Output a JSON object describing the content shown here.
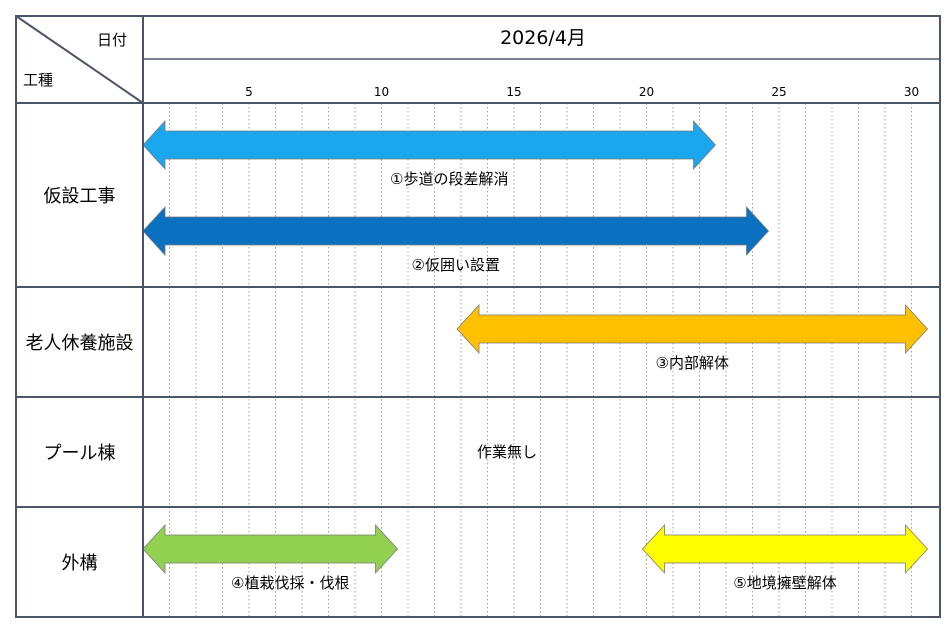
{
  "chart_data": {
    "type": "gantt",
    "title": "2026/4月",
    "header": {
      "row_label": "工種",
      "col_label": "日付"
    },
    "x_axis": {
      "min": 1,
      "max": 30,
      "ticks": [
        5,
        10,
        15,
        20,
        25,
        30
      ],
      "grid": "dotted-daily"
    },
    "categories": [
      "仮設工事",
      "老人休養施設",
      "プール棟",
      "外構"
    ],
    "tasks": [
      {
        "category": "仮設工事",
        "label": "①歩道の段差解消",
        "start": 1,
        "end": 22,
        "color": "#1AA6EC"
      },
      {
        "category": "仮設工事",
        "label": "②仮囲い設置",
        "start": 1,
        "end": 24,
        "color": "#0A70C0"
      },
      {
        "category": "老人休養施設",
        "label": "③内部解体",
        "start": 13,
        "end": 30,
        "color": "#FFC000"
      },
      {
        "category": "外構",
        "label": "④植栽伐採・伐根",
        "start": 1,
        "end": 10,
        "color": "#92D050"
      },
      {
        "category": "外構",
        "label": "⑤地境擁壁解体",
        "start": 20,
        "end": 30,
        "color": "#FFFF00"
      }
    ],
    "notes": [
      {
        "category": "プール棟",
        "text": "作業無し"
      }
    ]
  }
}
